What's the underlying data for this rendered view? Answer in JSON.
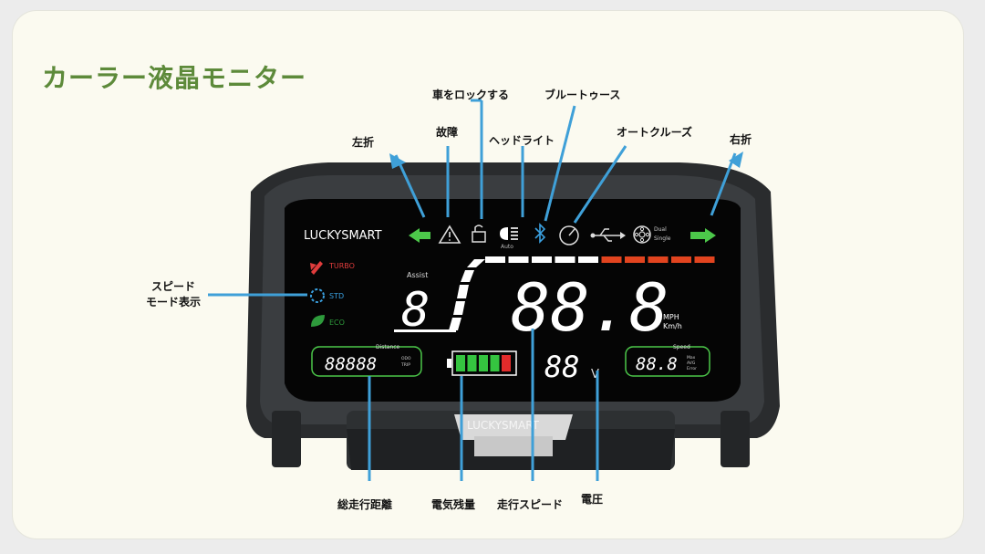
{
  "title": "カーラー液晶モニター",
  "labels": {
    "lock": "車をロックする",
    "bluetooth": "ブルートゥース",
    "left_turn": "左折",
    "fault": "故障",
    "headlight": "ヘッドライト",
    "cruise": "オートクルーズ",
    "right_turn": "右折",
    "speed_mode_1": "スピード",
    "speed_mode_2": "モード表示",
    "odometer": "総走行距離",
    "battery": "電気残量",
    "speed": "走行スピード",
    "voltage": "電圧"
  },
  "display": {
    "brand": "LUCKYSMART",
    "bezel_brand": "LUCKYSMART",
    "modes": [
      "TURBO",
      "STD",
      "ECO"
    ],
    "assist_label": "Assist",
    "assist_value": "8",
    "speed_value": "88.8",
    "unit_mph": "MPH",
    "unit_kmh": "Km/h",
    "distance_label": "Distance",
    "distance_value": "88888",
    "distance_sub": [
      "ODO",
      "TRIP"
    ],
    "voltage_value": "88",
    "voltage_unit": "V",
    "speed_small_label": "Speed",
    "speed_small_value": "88.8",
    "speed_small_sub": [
      "Max",
      "AVG",
      "Error"
    ],
    "headlight_sub": "Auto",
    "dual_label": "Dual",
    "single_label": "Single",
    "battery_bars": 5,
    "battery_colors": [
      "#35c440",
      "#35c440",
      "#35c440",
      "#35c440",
      "#e12b2b"
    ]
  },
  "colors": {
    "title": "#5d8a3a",
    "leader": "#3fa0d8",
    "arrow_green": "#4cc84a",
    "turbo": "#e03c3c",
    "std": "#3aa0e0",
    "eco": "#2e9b3c",
    "bar_red": "#e2441f"
  }
}
